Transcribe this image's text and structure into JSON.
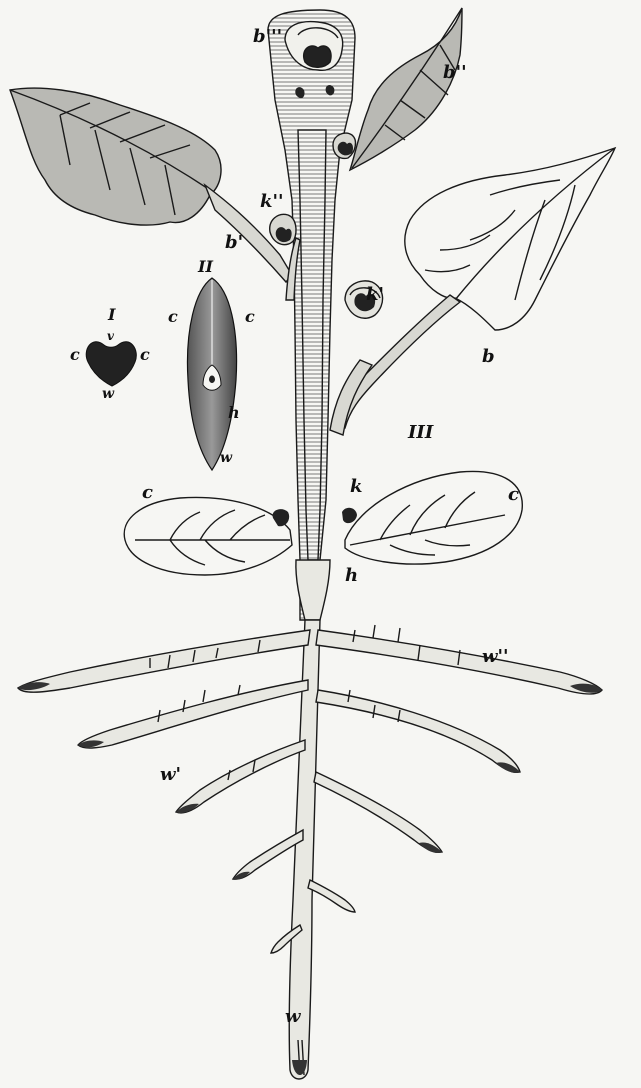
{
  "labels": {
    "b3": "b'''",
    "b2": "b''",
    "b1": "b'",
    "b": "b",
    "k2": "k''",
    "k1": "k'",
    "k": "k",
    "c_left": "c",
    "c_right": "c",
    "h": "h",
    "w": "w",
    "w1": "w'",
    "w2": "w''",
    "fig_I": "I",
    "fig_II": "II",
    "fig_III": "III",
    "I_c_left": "c",
    "I_c_right": "c",
    "I_v": "v",
    "I_w": "w",
    "II_c_left": "c",
    "II_c_right": "c",
    "II_h": "h",
    "II_w": "w"
  },
  "colors": {
    "background": "#f6f6f3",
    "ink": "#1a1a1a",
    "leaf_shade": "#b9b9b4",
    "stem_shade": "#d8d8d2",
    "seed_dark": "#2a2a2a"
  }
}
